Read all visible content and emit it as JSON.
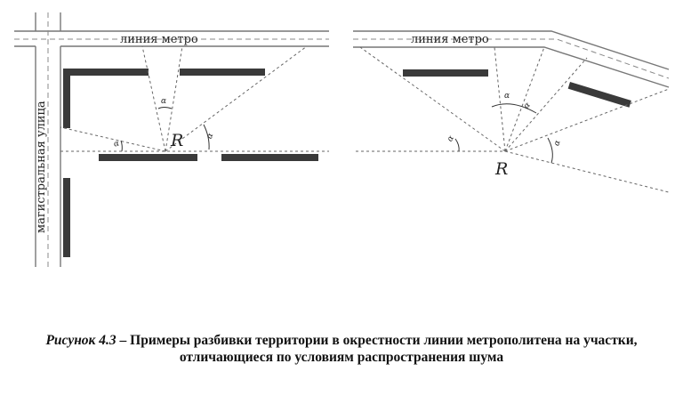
{
  "left_panel": {
    "metro_label": "линия метро",
    "street_label": "магистральная улица",
    "point_label": "R",
    "angle_symbol": "α"
  },
  "right_panel": {
    "metro_label": "линия метро",
    "point_label": "R",
    "angle_symbol": "α"
  },
  "caption": {
    "figure_label": "Рисунок 4.3",
    "separator": " – ",
    "text": "Примеры  разбивки территории в окрестности линии метрополитена на участки, отличающиеся по условиям распространения шума"
  },
  "colors": {
    "building": "#3a3a3a",
    "road": "#777777",
    "ray": "#666666"
  }
}
